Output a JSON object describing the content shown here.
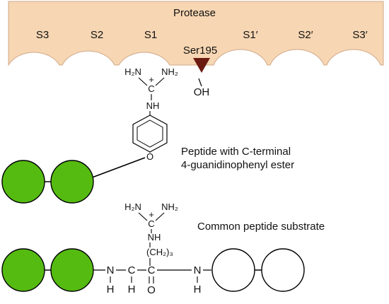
{
  "protease": {
    "title": "Protease",
    "subsites": [
      "S3",
      "S2",
      "S1",
      "S1′",
      "S2′",
      "S3′"
    ],
    "catalytic_residue": "Ser195",
    "hydroxyl": "OH",
    "body_color": "#f7d6b3",
    "marker_color": "#6b1a12"
  },
  "guanidinium": {
    "amine_left": "H₂N",
    "amine_right": "NH₂",
    "charge": "+",
    "carbon": "C",
    "imine": "NH"
  },
  "ester": {
    "linker_oxygen": "O",
    "caption_line1": "Peptide with C-terminal",
    "caption_line2": "4-guanidinophenyl ester"
  },
  "substrate": {
    "caption": "Common peptide substrate",
    "side_chain": "(CH₂)₃",
    "backbone": [
      "N",
      "C",
      "C",
      "N"
    ],
    "hydrogens": [
      "H",
      "H",
      "H"
    ],
    "carbonyl_oxygen": "O"
  },
  "colors": {
    "residue_filled": "#55bb11",
    "residue_empty": "#ffffff",
    "stroke": "#000000"
  }
}
